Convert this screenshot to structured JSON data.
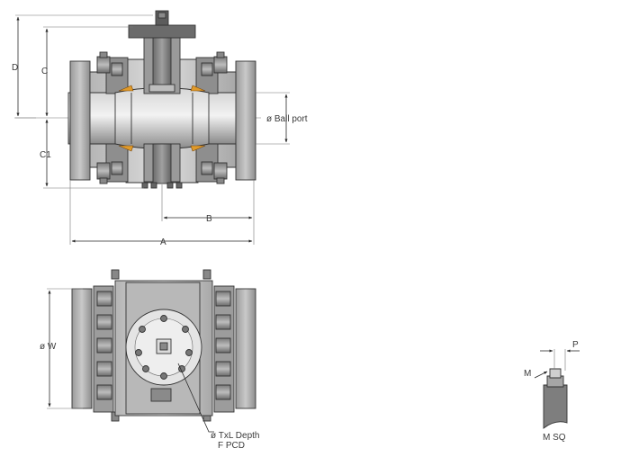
{
  "labels": {
    "d": "D",
    "c": "C",
    "c1": "C1",
    "ball_port": "ø Ball port",
    "b": "B",
    "a": "A",
    "w": "ø W",
    "txl_depth": "ø TxL Depth",
    "f_pcd": "F PCD",
    "p": "P",
    "m": "M",
    "m_sq": "M SQ"
  },
  "colors": {
    "body_gray": "#a9a9a9",
    "dark_gray": "#6e6e6e",
    "seat_orange": "#e09a2a",
    "line": "#2a2a2a"
  }
}
